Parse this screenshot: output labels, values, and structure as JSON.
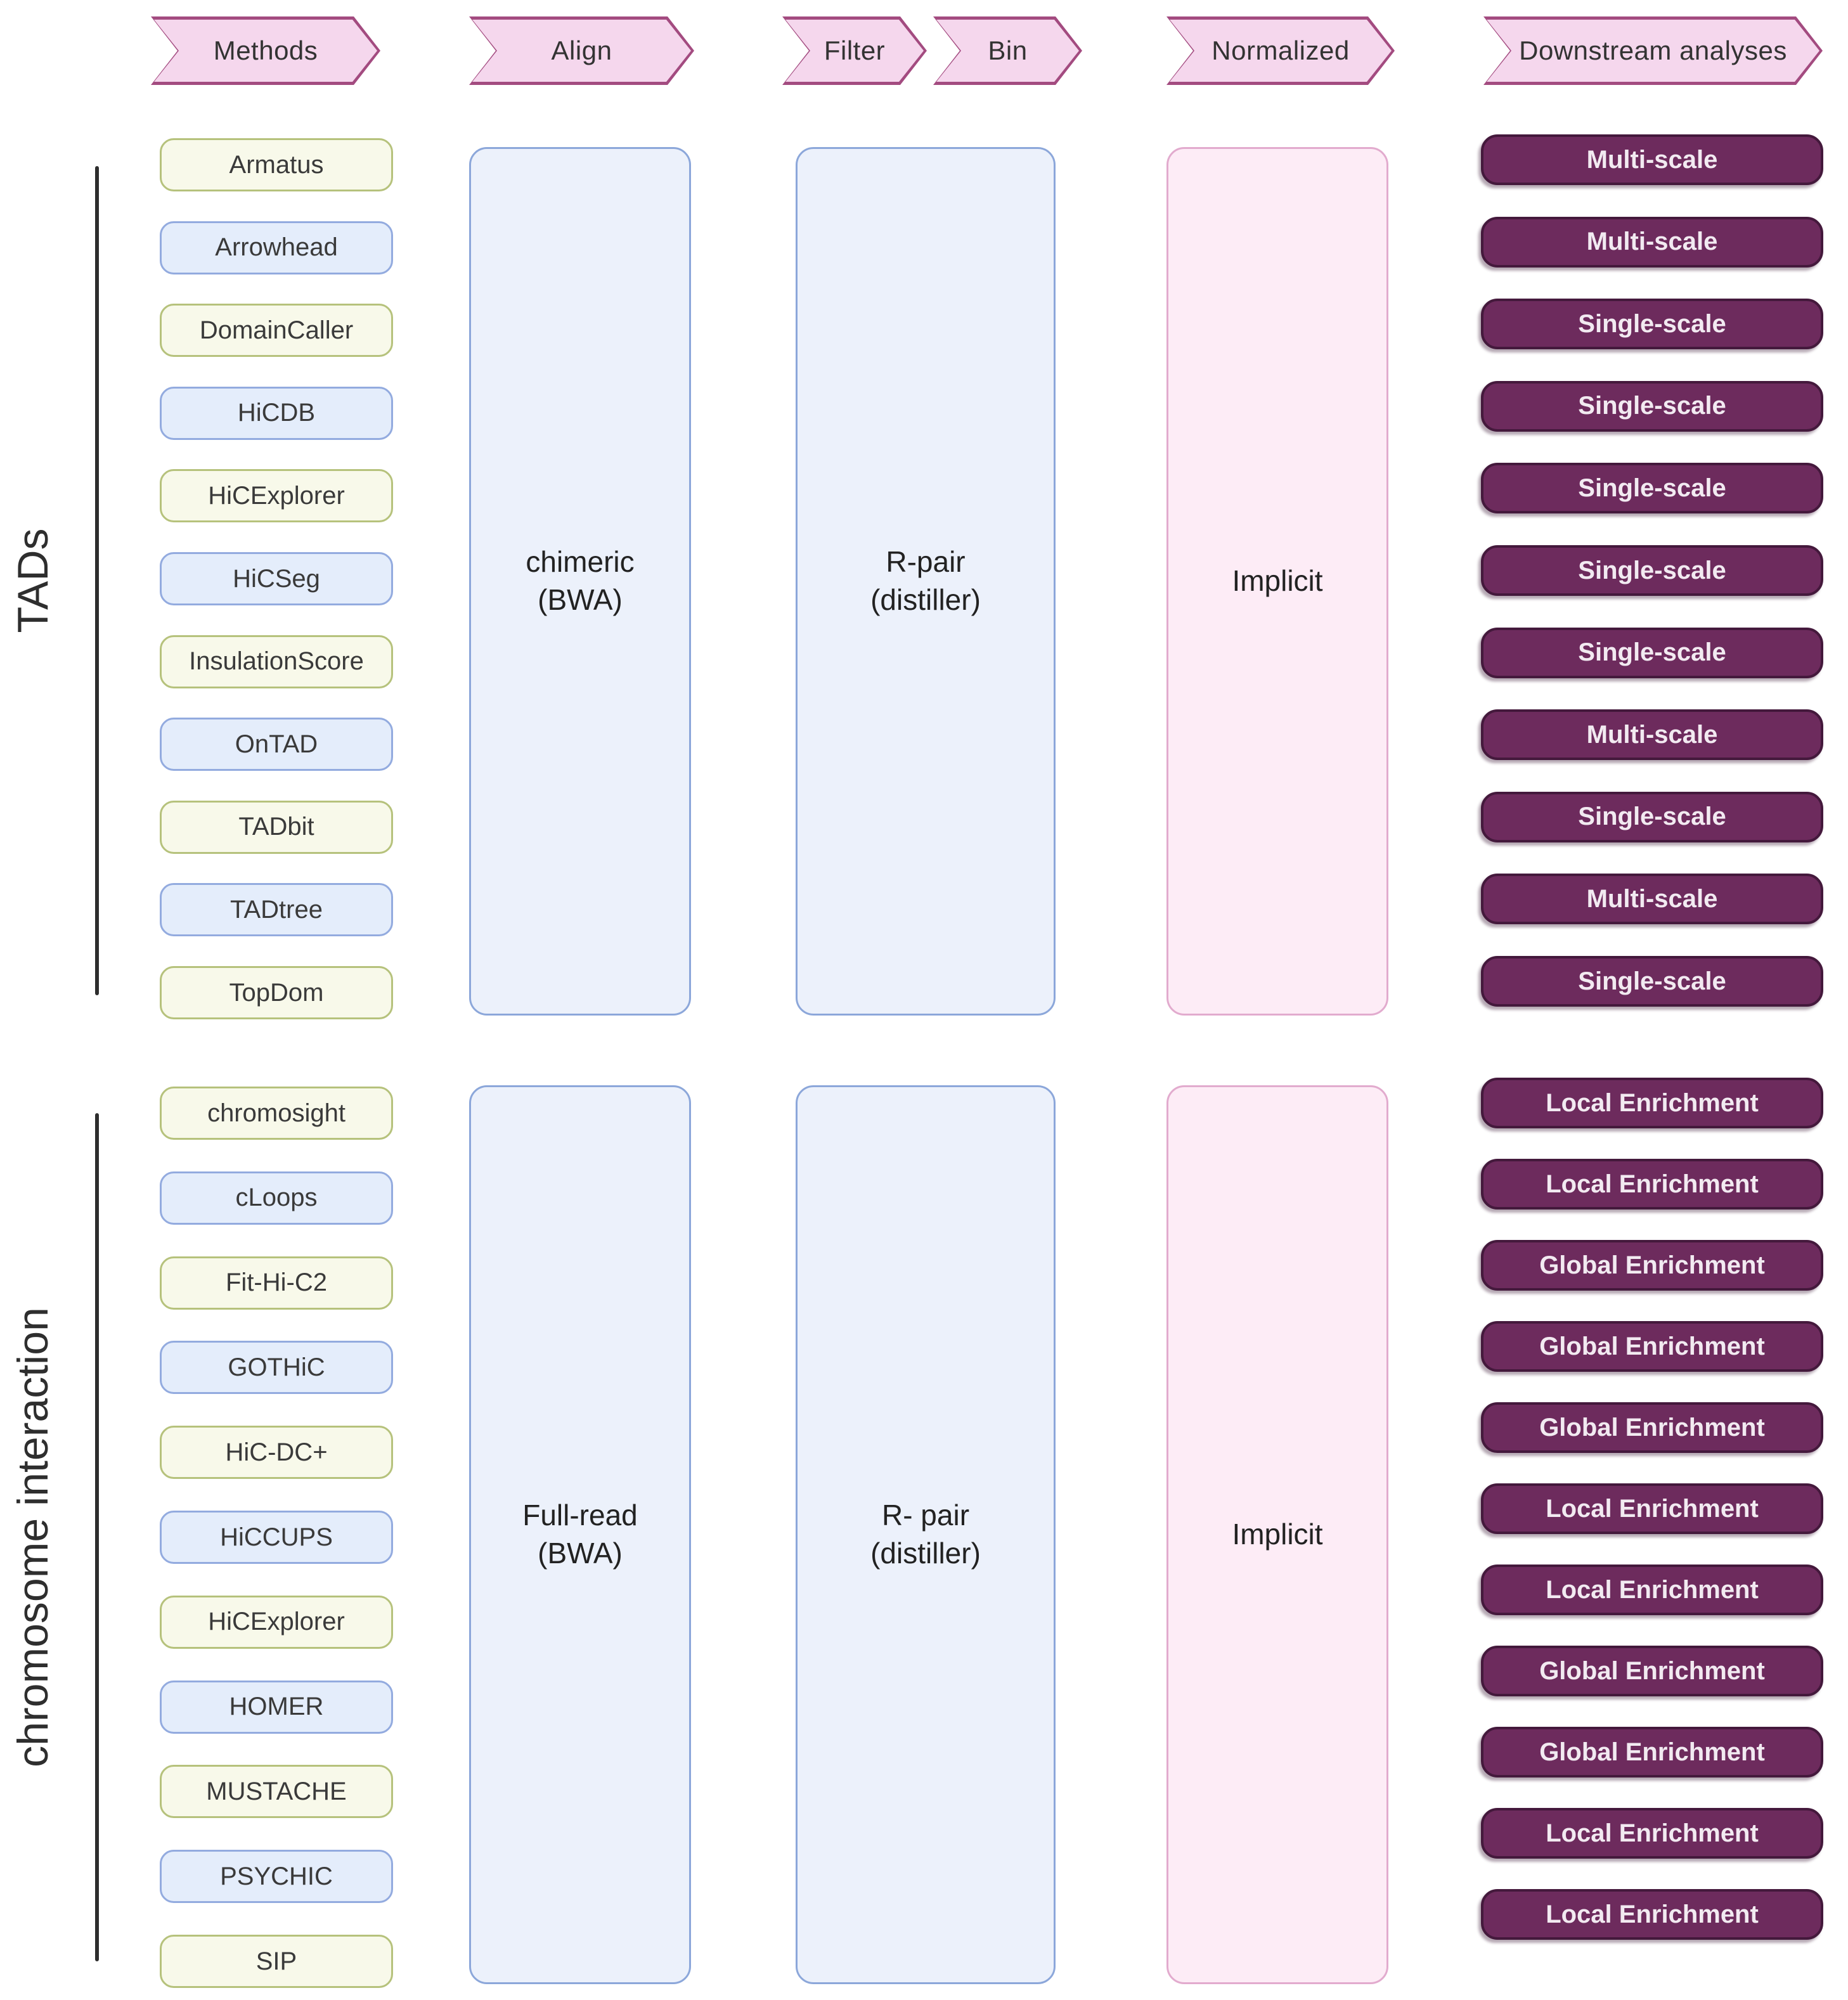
{
  "title": "Hi-C analysis pipeline diagram",
  "header": {
    "steps": [
      {
        "label": "Methods"
      },
      {
        "label": "Align"
      },
      {
        "label": "Filter"
      },
      {
        "label": "Bin"
      },
      {
        "label": "Normalized"
      },
      {
        "label": "Downstream analyses"
      }
    ]
  },
  "sections": [
    {
      "label": "TADs",
      "align_box": {
        "line1": "chimeric",
        "line2": "(BWA)"
      },
      "filter_box": {
        "line1": "R-pair",
        "line2": "(distiller)"
      },
      "normalized_box": {
        "line1": "Implicit",
        "line2": ""
      },
      "rows": [
        {
          "method": "Armatus",
          "variant": "green",
          "analysis": "Multi-scale"
        },
        {
          "method": "Arrowhead",
          "variant": "blue",
          "analysis": "Multi-scale"
        },
        {
          "method": "DomainCaller",
          "variant": "green",
          "analysis": "Single-scale"
        },
        {
          "method": "HiCDB",
          "variant": "blue",
          "analysis": "Single-scale"
        },
        {
          "method": "HiCExplorer",
          "variant": "green",
          "analysis": "Single-scale"
        },
        {
          "method": "HiCSeg",
          "variant": "blue",
          "analysis": "Single-scale"
        },
        {
          "method": "InsulationScore",
          "variant": "green",
          "analysis": "Single-scale"
        },
        {
          "method": "OnTAD",
          "variant": "blue",
          "analysis": "Multi-scale"
        },
        {
          "method": "TADbit",
          "variant": "green",
          "analysis": "Single-scale"
        },
        {
          "method": "TADtree",
          "variant": "blue",
          "analysis": "Multi-scale"
        },
        {
          "method": "TopDom",
          "variant": "green",
          "analysis": "Single-scale"
        }
      ]
    },
    {
      "label": "chromosome interaction",
      "align_box": {
        "line1": "Full-read",
        "line2": "(BWA)"
      },
      "filter_box": {
        "line1": "R- pair",
        "line2": "(distiller)"
      },
      "normalized_box": {
        "line1": "Implicit",
        "line2": ""
      },
      "rows": [
        {
          "method": "chromosight",
          "variant": "green",
          "analysis": "Local Enrichment"
        },
        {
          "method": "cLoops",
          "variant": "blue",
          "analysis": "Local Enrichment"
        },
        {
          "method": "Fit-Hi-C2",
          "variant": "green",
          "analysis": "Global Enrichment"
        },
        {
          "method": "GOTHiC",
          "variant": "blue",
          "analysis": "Global Enrichment"
        },
        {
          "method": "HiC-DC+",
          "variant": "green",
          "analysis": "Global Enrichment"
        },
        {
          "method": "HiCCUPS",
          "variant": "blue",
          "analysis": "Local Enrichment"
        },
        {
          "method": "HiCExplorer",
          "variant": "green",
          "analysis": "Local Enrichment"
        },
        {
          "method": "HOMER",
          "variant": "blue",
          "analysis": "Global Enrichment"
        },
        {
          "method": "MUSTACHE",
          "variant": "green",
          "analysis": "Global Enrichment"
        },
        {
          "method": "PSYCHIC",
          "variant": "blue",
          "analysis": "Local Enrichment"
        },
        {
          "method": "SIP",
          "variant": "green",
          "analysis": "Local Enrichment"
        }
      ]
    }
  ],
  "colors": {
    "arrow-fill": "#f5d7ed",
    "arrow-border": "#a34b80",
    "green-fill": "#f8f9ea",
    "green-border": "#b6c27c",
    "blue-fill": "#e4edfb",
    "blue-border": "#93abdf",
    "box-blue-fill": "#ecf1fb",
    "box-blue-border": "#8ca7da",
    "box-pink-fill": "#fdecf6",
    "box-pink-border": "#e2abce",
    "purple-fill": "#6d2b5d",
    "purple-border": "#44193c",
    "text-dark": "#333333",
    "text-light": "#f2eaf1",
    "line": "#2e2e2e"
  }
}
